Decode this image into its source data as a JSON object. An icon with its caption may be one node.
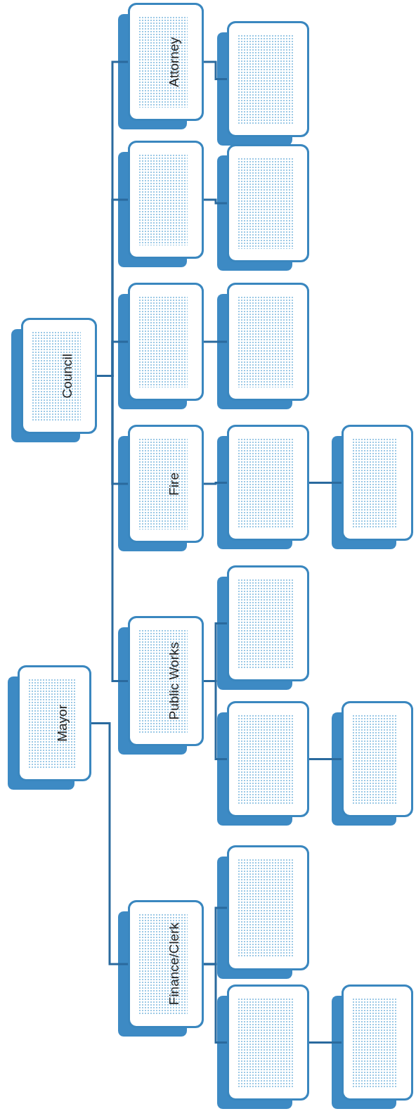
{
  "diagram": {
    "nodes": [
      {
        "text": [
          "Council"
        ]
      },
      {
        "text": [
          "Mayor"
        ]
      },
      {
        "text": [
          "Attorney"
        ]
      },
      {
        "text": [],
        "shape": "box"
      },
      {
        "text": [],
        "shape": "box"
      },
      {
        "text": [
          "Fire"
        ]
      },
      {
        "text": [
          "Public Works"
        ]
      },
      {
        "text": [
          "Finance/Clerk"
        ]
      },
      {
        "text": [],
        "shape": "box"
      },
      {
        "text": [],
        "shape": "box"
      },
      {
        "text": [],
        "shape": "box"
      },
      {
        "text": [],
        "shape": "box"
      },
      {
        "text": [],
        "shape": "box"
      },
      {
        "text": [],
        "shape": "box"
      },
      {
        "text": [],
        "shape": "box"
      },
      {
        "text": [],
        "shape": "box"
      },
      {
        "text": [],
        "shape": "box"
      },
      {
        "text": [],
        "shape": "box"
      },
      {
        "text": [],
        "shape": "box"
      }
    ],
    "edges": [
      {
        "from": 0,
        "to": 2,
        "arrow": "none"
      },
      {
        "from": 0,
        "to": 3,
        "arrow": "none"
      },
      {
        "from": 0,
        "to": 4,
        "arrow": "none"
      },
      {
        "from": 0,
        "to": 5,
        "arrow": "none"
      },
      {
        "from": 0,
        "to": 6,
        "arrow": "none"
      },
      {
        "from": 1,
        "to": 7,
        "arrow": "none"
      },
      {
        "from": 2,
        "to": 8,
        "arrow": "none"
      },
      {
        "from": 3,
        "to": 9,
        "arrow": "none"
      },
      {
        "from": 4,
        "to": 10,
        "arrow": "none"
      },
      {
        "from": 5,
        "to": 11,
        "arrow": "none"
      },
      {
        "from": 6,
        "to": 12,
        "arrow": "none"
      },
      {
        "from": 6,
        "to": 13,
        "arrow": "none"
      },
      {
        "from": 7,
        "to": 14,
        "arrow": "none"
      },
      {
        "from": 7,
        "to": 15,
        "arrow": "none"
      },
      {
        "from": 11,
        "to": 16,
        "arrow": "none"
      },
      {
        "from": 13,
        "to": 17,
        "arrow": "none"
      },
      {
        "from": 15,
        "to": 18,
        "arrow": "none"
      }
    ]
  }
}
